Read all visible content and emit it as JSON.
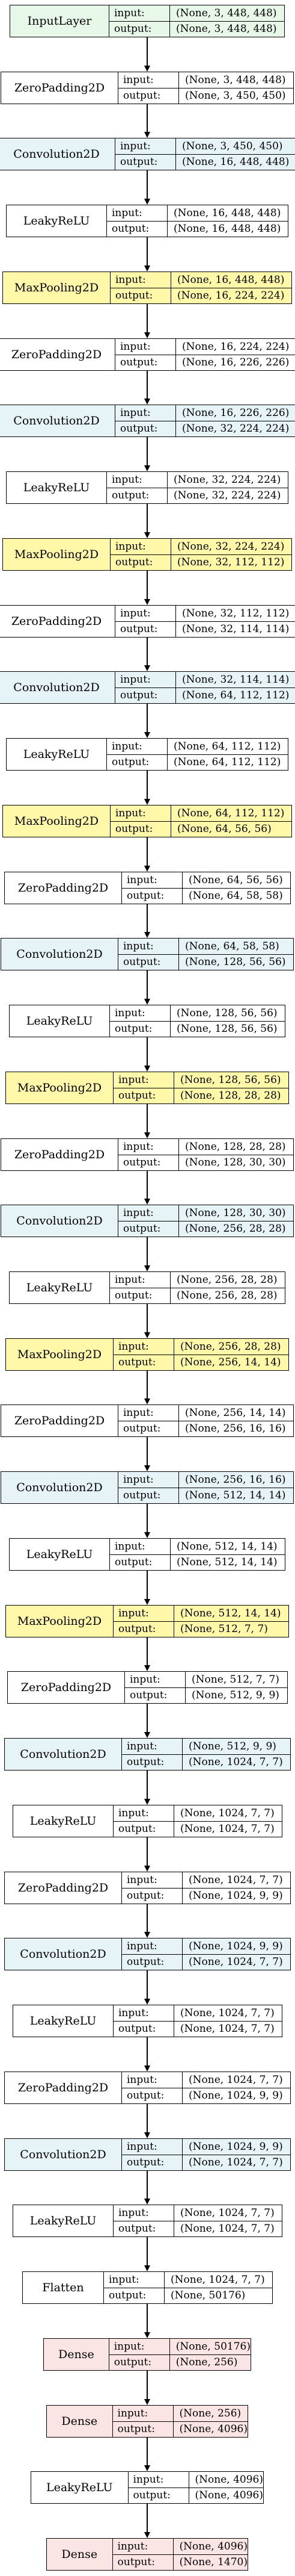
{
  "colors": {
    "InputLayer": "#e8f8e8",
    "ZeroPadding2D": "#ffffff",
    "Convolution2D": "#e6f4f8",
    "LeakyReLU": "#ffffff",
    "MaxPooling2D": "#fff8a8",
    "Flatten": "#ffffff",
    "Dense": "#fbe4e4"
  },
  "io_labels": {
    "input": "input:",
    "output": "output:"
  },
  "layers": [
    {
      "name": "InputLayer",
      "input": "(None, 3, 448, 448)",
      "output": "(None, 3, 448, 448)"
    },
    {
      "name": "ZeroPadding2D",
      "input": "(None, 3, 448, 448)",
      "output": "(None, 3, 450, 450)"
    },
    {
      "name": "Convolution2D",
      "input": "(None, 3, 450, 450)",
      "output": "(None, 16, 448, 448)"
    },
    {
      "name": "LeakyReLU",
      "input": "(None, 16, 448, 448)",
      "output": "(None, 16, 448, 448)"
    },
    {
      "name": "MaxPooling2D",
      "input": "(None, 16, 448, 448)",
      "output": "(None, 16, 224, 224)"
    },
    {
      "name": "ZeroPadding2D",
      "input": "(None, 16, 224, 224)",
      "output": "(None, 16, 226, 226)"
    },
    {
      "name": "Convolution2D",
      "input": "(None, 16, 226, 226)",
      "output": "(None, 32, 224, 224)"
    },
    {
      "name": "LeakyReLU",
      "input": "(None, 32, 224, 224)",
      "output": "(None, 32, 224, 224)"
    },
    {
      "name": "MaxPooling2D",
      "input": "(None, 32, 224, 224)",
      "output": "(None, 32, 112, 112)"
    },
    {
      "name": "ZeroPadding2D",
      "input": "(None, 32, 112, 112)",
      "output": "(None, 32, 114, 114)"
    },
    {
      "name": "Convolution2D",
      "input": "(None, 32, 114, 114)",
      "output": "(None, 64, 112, 112)"
    },
    {
      "name": "LeakyReLU",
      "input": "(None, 64, 112, 112)",
      "output": "(None, 64, 112, 112)"
    },
    {
      "name": "MaxPooling2D",
      "input": "(None, 64, 112, 112)",
      "output": "(None, 64, 56, 56)"
    },
    {
      "name": "ZeroPadding2D",
      "input": "(None, 64, 56, 56)",
      "output": "(None, 64, 58, 58)"
    },
    {
      "name": "Convolution2D",
      "input": "(None, 64, 58, 58)",
      "output": "(None, 128, 56, 56)"
    },
    {
      "name": "LeakyReLU",
      "input": "(None, 128, 56, 56)",
      "output": "(None, 128, 56, 56)"
    },
    {
      "name": "MaxPooling2D",
      "input": "(None, 128, 56, 56)",
      "output": "(None, 128, 28, 28)"
    },
    {
      "name": "ZeroPadding2D",
      "input": "(None, 128, 28, 28)",
      "output": "(None, 128, 30, 30)"
    },
    {
      "name": "Convolution2D",
      "input": "(None, 128, 30, 30)",
      "output": "(None, 256, 28, 28)"
    },
    {
      "name": "LeakyReLU",
      "input": "(None, 256, 28, 28)",
      "output": "(None, 256, 28, 28)"
    },
    {
      "name": "MaxPooling2D",
      "input": "(None, 256, 28, 28)",
      "output": "(None, 256, 14, 14)"
    },
    {
      "name": "ZeroPadding2D",
      "input": "(None, 256, 14, 14)",
      "output": "(None, 256, 16, 16)"
    },
    {
      "name": "Convolution2D",
      "input": "(None, 256, 16, 16)",
      "output": "(None, 512, 14, 14)"
    },
    {
      "name": "LeakyReLU",
      "input": "(None, 512, 14, 14)",
      "output": "(None, 512, 14, 14)"
    },
    {
      "name": "MaxPooling2D",
      "input": "(None, 512, 14, 14)",
      "output": "(None, 512, 7, 7)"
    },
    {
      "name": "ZeroPadding2D",
      "input": "(None, 512, 7, 7)",
      "output": "(None, 512, 9, 9)"
    },
    {
      "name": "Convolution2D",
      "input": "(None, 512, 9, 9)",
      "output": "(None, 1024, 7, 7)"
    },
    {
      "name": "LeakyReLU",
      "input": "(None, 1024, 7, 7)",
      "output": "(None, 1024, 7, 7)"
    },
    {
      "name": "ZeroPadding2D",
      "input": "(None, 1024, 7, 7)",
      "output": "(None, 1024, 9, 9)"
    },
    {
      "name": "Convolution2D",
      "input": "(None, 1024, 9, 9)",
      "output": "(None, 1024, 7, 7)"
    },
    {
      "name": "LeakyReLU",
      "input": "(None, 1024, 7, 7)",
      "output": "(None, 1024, 7, 7)"
    },
    {
      "name": "ZeroPadding2D",
      "input": "(None, 1024, 7, 7)",
      "output": "(None, 1024, 9, 9)"
    },
    {
      "name": "Convolution2D",
      "input": "(None, 1024, 9, 9)",
      "output": "(None, 1024, 7, 7)"
    },
    {
      "name": "LeakyReLU",
      "input": "(None, 1024, 7, 7)",
      "output": "(None, 1024, 7, 7)"
    },
    {
      "name": "Flatten",
      "input": "(None, 1024, 7, 7)",
      "output": "(None, 50176)"
    },
    {
      "name": "Dense",
      "input": "(None, 50176)",
      "output": "(None, 256)"
    },
    {
      "name": "Dense",
      "input": "(None, 256)",
      "output": "(None, 4096)"
    },
    {
      "name": "LeakyReLU",
      "input": "(None, 4096)",
      "output": "(None, 4096)"
    },
    {
      "name": "Dense",
      "input": "(None, 4096)",
      "output": "(None, 1470)"
    }
  ]
}
